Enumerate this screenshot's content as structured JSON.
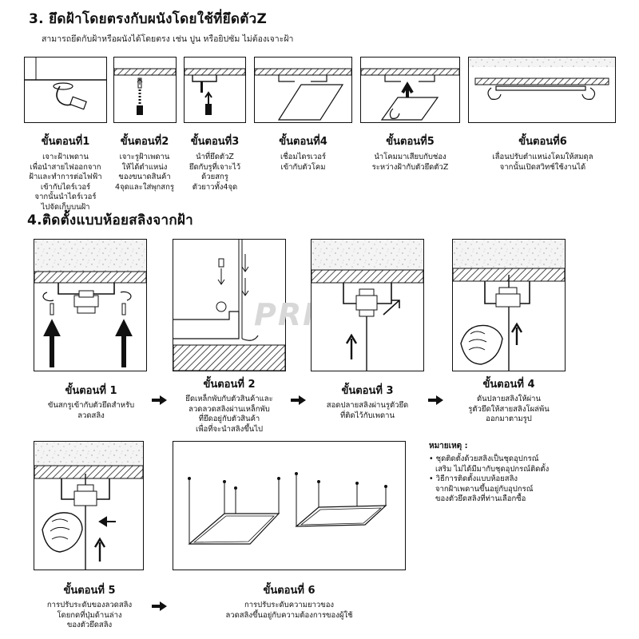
{
  "section3": {
    "title": "3. ยึดฝ้าโดยตรงกับผนังโดยใช้ที่ยึดตัวZ",
    "subtitle": "สามารถยึดกับฝ้าหรือผนังได้โดยตรง เช่น ปูน หรือยิปซัม ไม่ต้องเจาะฝ้า",
    "steps": [
      {
        "title": "ขั้นตอนที่1",
        "lines": [
          "เจาะฝ้าเพดาน",
          "เพื่อนำสายไฟออกจาก",
          "ฝ้าและทำการต่อไฟฟ้า",
          "เข้ากับไดร์เวอร์",
          "จากนั้นนำไดร์เวอร์",
          "ไปจัดเก็บบนฝ้า"
        ]
      },
      {
        "title": "ขั้นตอนที่2",
        "lines": [
          "เจาะรูฝ้าเพดาน",
          "ให้ได้ตำแหน่ง",
          "ของขนาดสินค้า",
          "4จุดและใส่พุกสกรู"
        ]
      },
      {
        "title": "ขั้นตอนที่3",
        "lines": [
          "นำที่ยึดตัวZ",
          "ยึดกับรูที่เจาะไว้",
          "ด้วยสกรู",
          "ตัวยาวทั้ง4จุด"
        ]
      },
      {
        "title": "ขั้นตอนที่4",
        "lines": [
          "เชื่อมไดรเวอร์",
          "เข้ากับตัวโคม"
        ]
      },
      {
        "title": "ขั้นตอนที่5",
        "lines": [
          "นำโคมมาเสียบกับช่อง",
          "ระหว่างฝ้ากับตัวยึดตัวZ"
        ]
      },
      {
        "title": "ขั้นตอนที่6",
        "lines": [
          "เลื่อนปรับตำแหน่งโคมให้สมดุล",
          "จากนั้นเปิดสวิทช์ใช้งานได้"
        ]
      }
    ]
  },
  "section4": {
    "title": "4.ติดตั้งแบบห้อยสลิงจากฝ้า",
    "watermark": "PRIDE",
    "steps": [
      {
        "title": "ขั้นตอนที่ 1",
        "lines": [
          "ขันสกรูเข้ากับตัวยึดสำหรับ",
          "ลวดสลิง"
        ]
      },
      {
        "title": "ขั้นตอนที่ 2",
        "lines": [
          "ยึดเหล็กพับกับตัวสินค้าและ",
          "ลวดลวดสลิงผ่านเหล็กพับ",
          "ที่ยึดอยู่กับตัวสินค้า",
          "เพื่อที่จะนำสลิงขึ้นไป"
        ]
      },
      {
        "title": "ขั้นตอนที่ 3",
        "lines": [
          "สอดปลายสลิงผ่านรูตัวยึด",
          "ที่ติดไว้กับเพดาน"
        ]
      },
      {
        "title": "ขั้นตอนที่ 4",
        "lines": [
          "ดันปลายสลิงให้ผ่าน",
          "รูตัวยึดให้สายสลิงโผล่พ้น",
          "ออกมาตามรูป"
        ]
      },
      {
        "title": "ขั้นตอนที่ 5",
        "lines": [
          "การปรับระดับของลวดสลิง",
          "โดยกดที่ปุ่มด้านล่าง",
          "ของตัวยึดสลิง"
        ]
      },
      {
        "title": "ขั้นตอนที่ 6",
        "lines": [
          "การปรับระดับความยาวของ",
          "ลวดสลิงขึ้นอยู่กับความต้องการของผู้ใช้"
        ]
      }
    ],
    "note": {
      "title": "หมายเหตุ :",
      "lines": [
        "• ชุดติดตั้งด้วยสลิงเป็นชุดอุปกรณ์",
        "เสริม ไม่ได้มีมากับชุดอุปกรณ์ติดตั้ง",
        "• วิธีการติดตั้งแบบห้อยสลิง",
        "จากฝ้าเพดานขึ้นอยู่กับอุปกรณ์",
        "ของตัวยึดสลิงที่ท่านเลือกซื้อ"
      ]
    },
    "icons": [
      "arrow-right-icon",
      "arrow-up-icon",
      "screw-icon",
      "hand-icon"
    ]
  },
  "colors": {
    "ink": "#111111",
    "hatch": "#444444",
    "concrete": "#f2f2f2"
  }
}
